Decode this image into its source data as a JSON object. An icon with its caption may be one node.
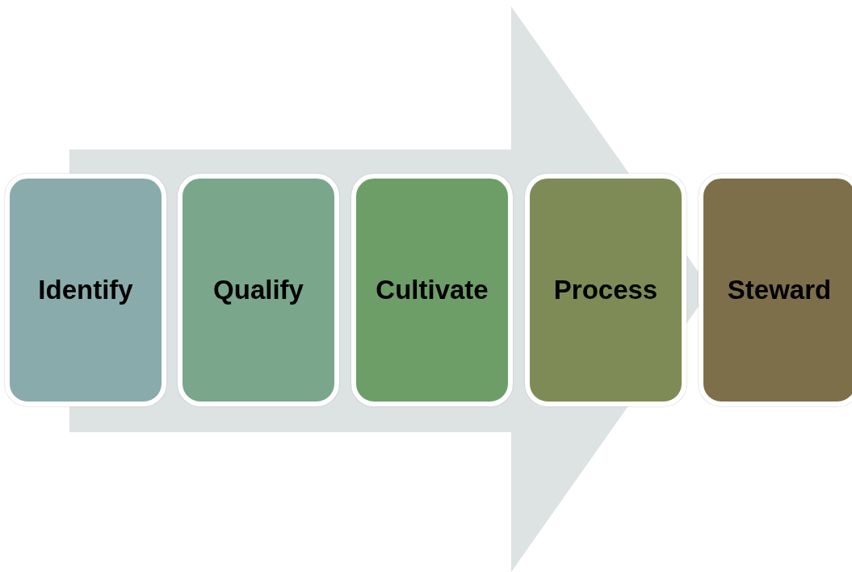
{
  "diagram": {
    "nodes": [
      {
        "text": [
          "Identify"
        ]
      },
      {
        "text": [
          "Qualify"
        ]
      },
      {
        "text": [
          "Cultivate"
        ]
      },
      {
        "text": [
          "Process"
        ]
      },
      {
        "text": [
          "Steward"
        ]
      }
    ],
    "edges": [
      {
        "from": 0,
        "to": 4,
        "arrow": "to"
      }
    ]
  }
}
